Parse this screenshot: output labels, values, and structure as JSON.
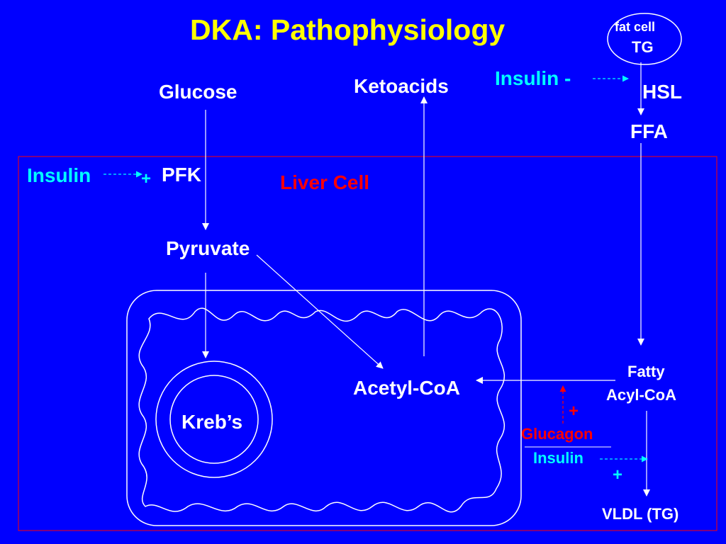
{
  "title": "DKA: Pathophysiology",
  "fat_cell": {
    "line1": "fat cell",
    "line2": "TG"
  },
  "labels": {
    "insulin_minus": "Insulin -",
    "hsl": "HSL",
    "ffa": "FFA",
    "glucose": "Glucose",
    "ketoacids": "Ketoacids",
    "insulin_left": "Insulin",
    "plus_pfk": "+",
    "pfk": "PFK",
    "liver_cell": "Liver Cell",
    "pyruvate": "Pyruvate",
    "acetyl_coa": "Acetyl-CoA",
    "krebs": "Kreb’s",
    "fatty": "Fatty",
    "acyl_coa": "Acyl-CoA",
    "plus_glucagon": "+",
    "glucagon": "Glucagon",
    "insulin_bottom": "Insulin",
    "plus_bottom": "+",
    "vldl": "VLDL (TG)"
  },
  "colors": {
    "background": "#0000ff",
    "title": "#ffff00",
    "node_text": "#ffffff",
    "insulin": "#00ffff",
    "glucagon": "#ff0000",
    "liver_border": "#ff0000",
    "lines": "#ffffff"
  }
}
